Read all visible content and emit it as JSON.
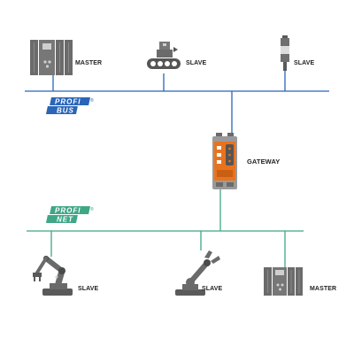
{
  "diagram": {
    "profibus": {
      "logo_top": "PROFI",
      "logo_bottom": "BUS",
      "registered_mark": "®",
      "color": "#2b65b8",
      "master_label": "MASTER",
      "conveyor_slave_label": "SLAVE",
      "signal_tower_slave_label": "SLAVE"
    },
    "gateway": {
      "label": "GATEWAY",
      "accent_color": "#e8731e"
    },
    "profinet": {
      "logo_top": "PROFI",
      "logo_bottom": "NET",
      "registered_mark": "®",
      "color": "#3fa785",
      "robot_arm_slave_label": "SLAVE",
      "gripper_slave_label": "SLAVE",
      "master_label": "MASTER"
    },
    "icons": [
      "plc-master-icon",
      "conveyor-icon",
      "signal-tower-icon",
      "gateway-module-icon",
      "robot-arm-icon",
      "gripper-robot-icon",
      "plc-master-icon"
    ]
  }
}
